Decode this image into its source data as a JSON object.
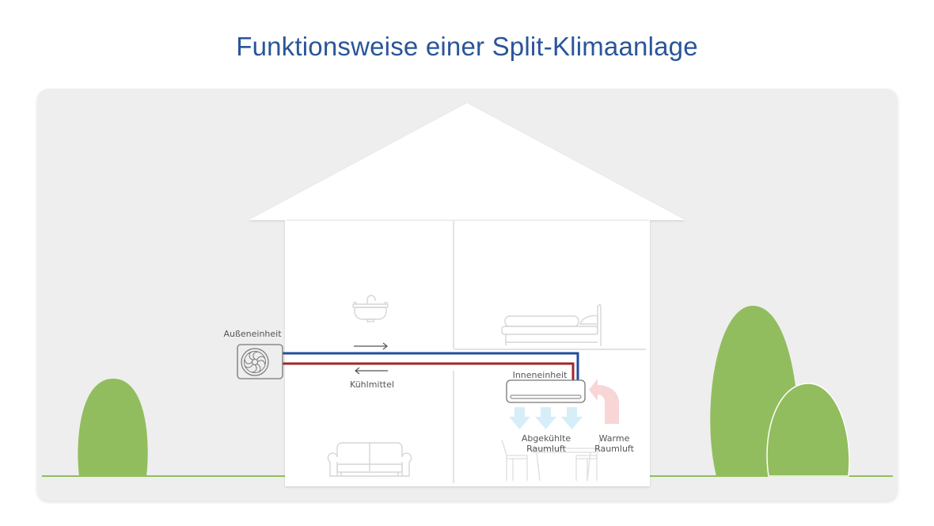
{
  "title": "Funktionsweise einer Split-Klimaanlage",
  "labels": {
    "outdoor_unit": "Außeneinheit",
    "refrigerant": "Kühlmittel",
    "indoor_unit": "Inneneinheit",
    "cooled_air_line1": "Abgekühlte",
    "cooled_air_line2": "Raumluft",
    "warm_air_line1": "Warme",
    "warm_air_line2": "Raumluft"
  },
  "colors": {
    "title": "#2a5599",
    "panel_bg": "#eeeeee",
    "pipe_cold": "#1f4e9c",
    "pipe_warm": "#a3262a",
    "tree_green": "#92bd5e",
    "cool_air_arrow": "#d6eef8",
    "warm_air_arrow": "#f8d6d6"
  },
  "rooms": [
    "bathroom",
    "bedroom",
    "living-room",
    "dining-room"
  ]
}
